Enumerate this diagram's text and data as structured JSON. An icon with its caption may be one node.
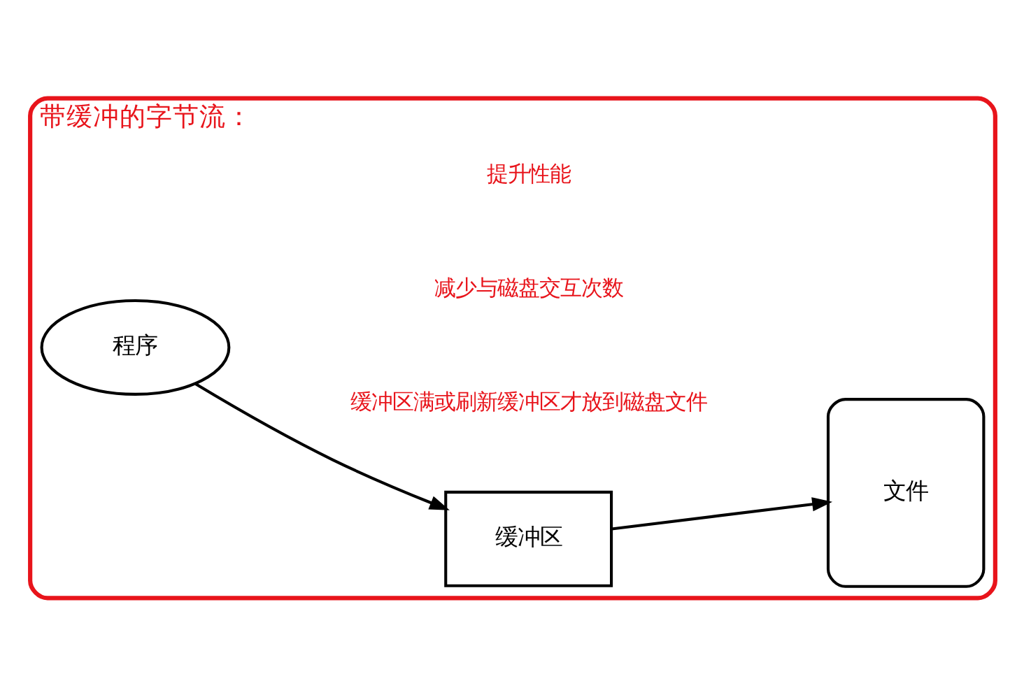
{
  "diagram": {
    "nodes": [
      {
        "text": [
          "带缓冲的字节流："
        ]
      },
      {
        "text": [
          "缓冲区"
        ],
        "in": 0
      },
      {
        "text": [
          "程序"
        ],
        "in": 0
      },
      {
        "text": [
          "文件"
        ],
        "in": 0
      }
    ],
    "edges": [
      {
        "from": 2,
        "to": 1,
        "arrow": "to"
      },
      {
        "from": 1,
        "to": 3,
        "arrow": "to"
      }
    ],
    "labels": [
      "缓冲区满或刷新缓冲区才放到磁盘文件",
      "减少与磁盘交互次数",
      "提升性能"
    ]
  }
}
